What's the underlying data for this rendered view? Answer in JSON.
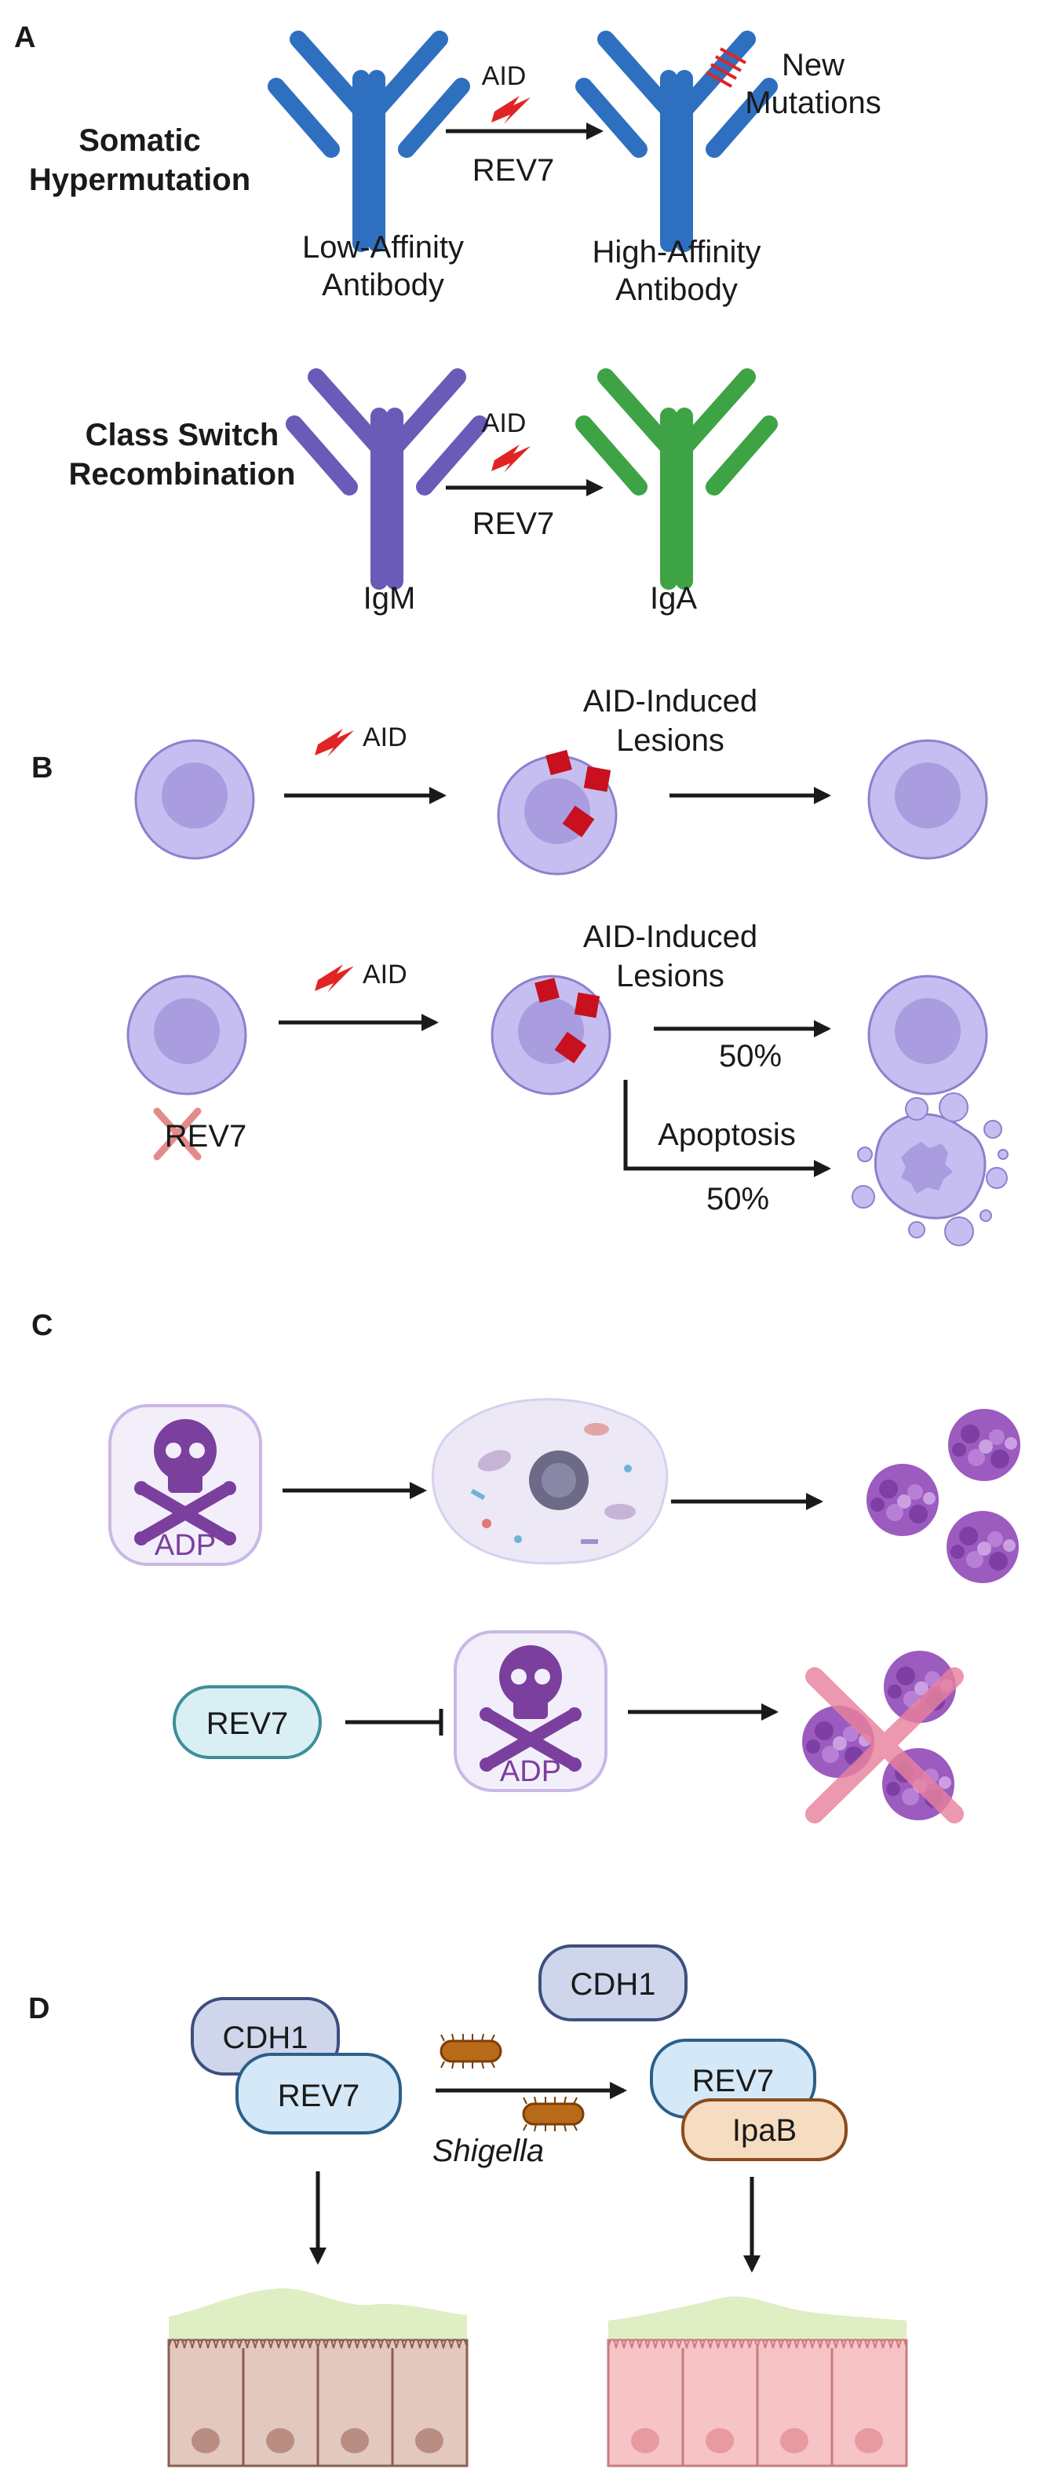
{
  "panels": {
    "a": "A",
    "b": "B",
    "c": "C",
    "d": "D"
  },
  "panel_a": {
    "shm_label": [
      "Somatic",
      "Hypermutation"
    ],
    "enzyme": "AID",
    "cofactor": "REV7",
    "low_affinity": [
      "Low-Affinity",
      "Antibody"
    ],
    "high_affinity": [
      "High-Affinity",
      "Antibody"
    ],
    "new_mutations": [
      "New",
      "Mutations"
    ],
    "csr_label": [
      "Class Switch",
      "Recombination"
    ],
    "igm": "IgM",
    "iga": "IgA",
    "colors": {
      "blue_antibody": "#2f6fbf",
      "purple_antibody": "#6a5bb8",
      "green_antibody": "#3da345",
      "lightning": "#e02424"
    }
  },
  "panel_b": {
    "aid": "AID",
    "lesions": [
      "AID-Induced",
      "Lesions"
    ],
    "rev7_crossed": "REV7",
    "pct_survive": "50%",
    "apoptosis": "Apoptosis",
    "pct_apoptosis": "50%",
    "colors": {
      "cell": "#c6bef0",
      "nucleus": "#a99de0",
      "lesion": "#c8101e",
      "cross": "#e38a8a"
    }
  },
  "panel_c": {
    "adp": "ADP",
    "rev7": "REV7",
    "colors": {
      "adp_box": "#f3effa",
      "adp_icon": "#7b3f9e",
      "cluster": "#9b5bbf",
      "cross": "#e8829e"
    }
  },
  "panel_d": {
    "cdh1": "CDH1",
    "rev7": "REV7",
    "cdh1_free": "CDH1",
    "rev7_bound": "REV7",
    "ipab": "IpaB",
    "shigella": "Shigella",
    "colors": {
      "cdh1": "#cfd6ec",
      "rev7": "#d4e8f7",
      "ipab": "#f6dcc0",
      "healthy_cell": "#e3c8bd",
      "damaged_cell": "#f6c3c6",
      "mucus": "#dfeec3"
    }
  }
}
